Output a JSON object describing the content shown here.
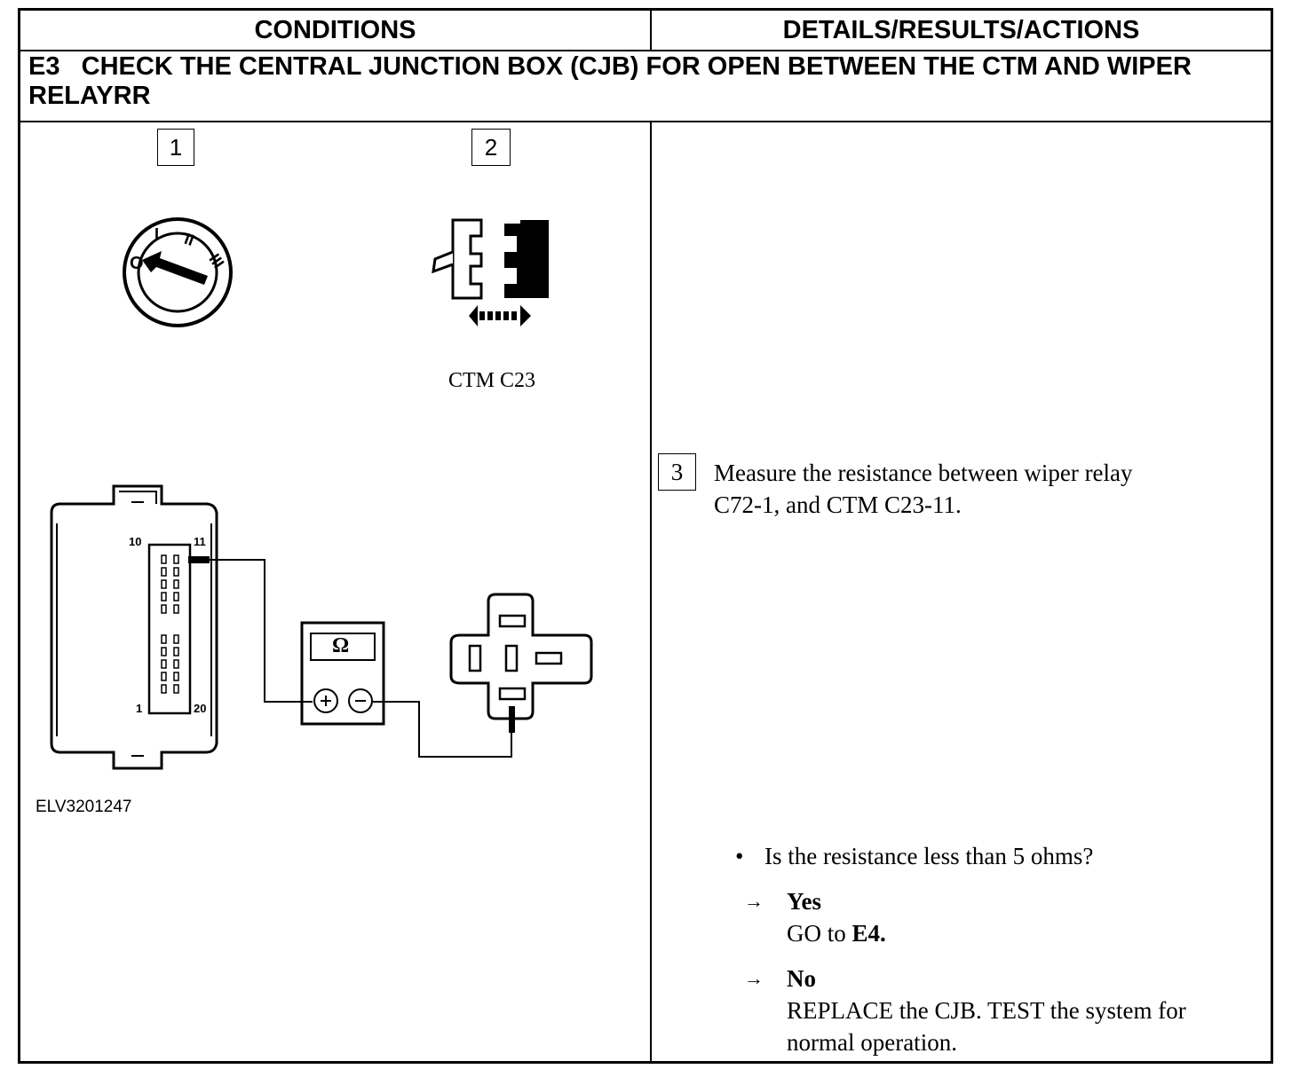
{
  "header": {
    "col1": "CONDITIONS",
    "col2": "DETAILS/RESULTS/ACTIONS"
  },
  "step": {
    "title": "E3   CHECK THE CENTRAL JUNCTION BOX (CJB) FOR OPEN BETWEEN THE CTM AND WIPER RELAYRR"
  },
  "figure": {
    "step1": "1",
    "step2": "2",
    "ignition_positions": [
      "O",
      "I",
      "II",
      "III"
    ],
    "connector_label": "CTM C23",
    "pin_10": "10",
    "pin_11": "11",
    "pin_1": "1",
    "pin_20": "20",
    "meter_symbol": "Ω",
    "figure_id": "ELV3201247"
  },
  "details": {
    "step3_number": "3",
    "step3_line1": "Measure the resistance between wiper relay",
    "step3_line2": "C72-1, and CTM C23-11.",
    "question": "Is the resistance less than 5 ohms?",
    "yes_label": "Yes",
    "yes_action_prefix": "GO to ",
    "yes_action_target": "E4.",
    "no_label": "No",
    "no_action_line1": "REPLACE the CJB. TEST the system for",
    "no_action_line2": "normal operation.",
    "arrow": "→",
    "bullet": "•"
  }
}
